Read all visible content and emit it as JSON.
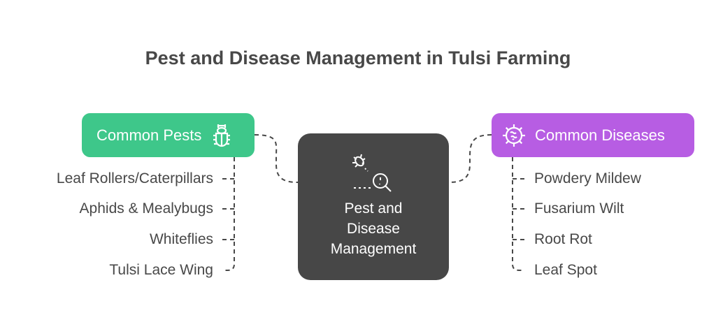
{
  "title": "Pest and Disease Management in Tulsi Farming",
  "center": {
    "lines": [
      "Pest and",
      "Disease",
      "Management"
    ],
    "icon": "bug-magnifier-icon"
  },
  "pests": {
    "label": "Common Pests",
    "icon": "beetle-icon",
    "color": "#3ec78a",
    "items": [
      "Leaf Rollers/Caterpillars",
      "Aphids & Mealybugs",
      "Whiteflies",
      "Tulsi Lace Wing"
    ]
  },
  "diseases": {
    "label": "Common Diseases",
    "icon": "virus-icon",
    "color": "#b75de3",
    "items": [
      "Powdery Mildew",
      "Fusarium Wilt",
      "Root Rot",
      "Leaf Spot"
    ]
  }
}
